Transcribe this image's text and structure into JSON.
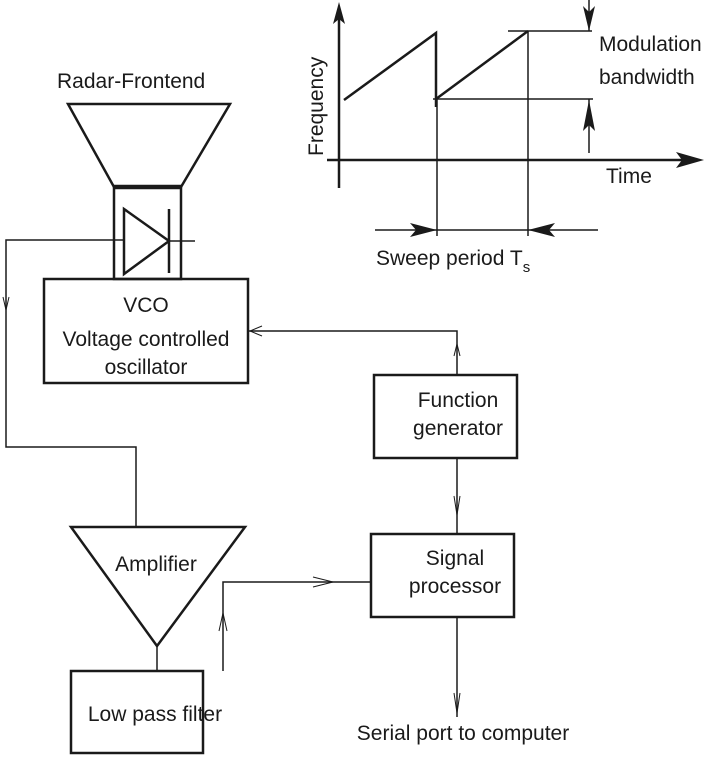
{
  "diagram": {
    "radar_frontend": "Radar-Frontend",
    "vco": {
      "line1": "VCO",
      "line2": "Voltage controlled",
      "line3": "oscillator"
    },
    "function_generator": {
      "line1": "Function",
      "line2": "generator"
    },
    "amplifier": "Amplifier",
    "signal_processor": {
      "line1": "Signal",
      "line2": "processor"
    },
    "low_pass_filter": "Low pass filter",
    "serial_port": "Serial port to computer"
  },
  "waveform": {
    "y_axis_label": "Frequency",
    "x_axis_label": "Time",
    "modulation_line1": "Modulation",
    "modulation_line2": "bandwidth",
    "sweep_label": "Sweep period T",
    "sweep_subscript": "s"
  }
}
